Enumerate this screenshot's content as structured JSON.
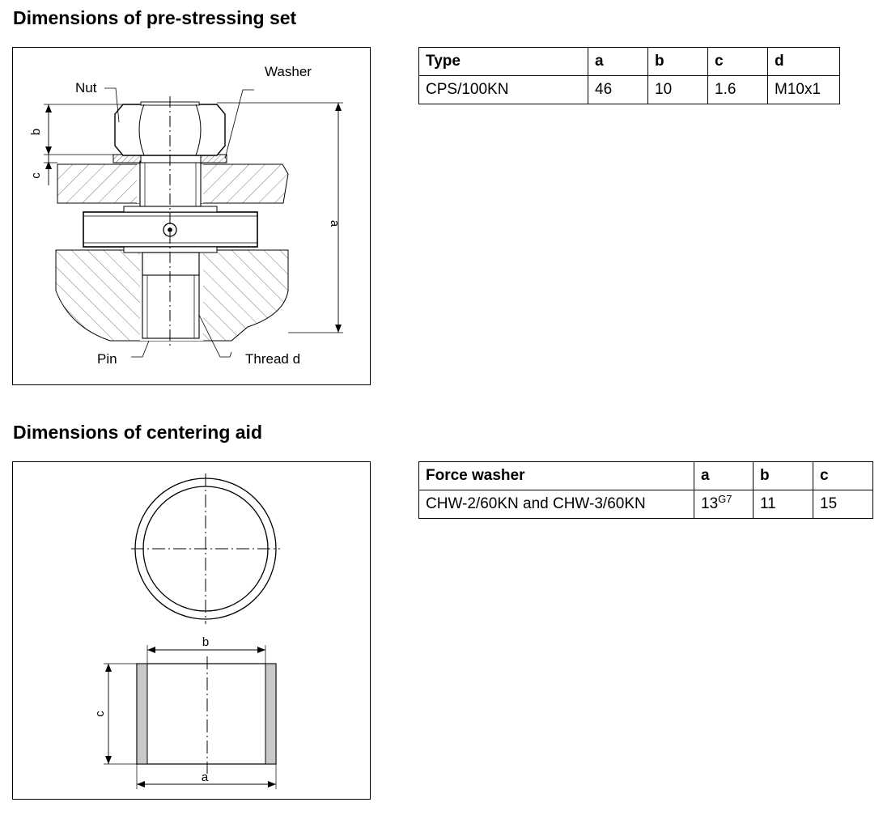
{
  "sections": {
    "prestressing": {
      "title": "Dimensions of pre-stressing set",
      "figure_labels": {
        "nut": "Nut",
        "washer": "Washer",
        "pin": "Pin",
        "thread": "Thread d",
        "dim_a": "a",
        "dim_b": "b",
        "dim_c": "c"
      },
      "table": {
        "headers": [
          "Type",
          "a",
          "b",
          "c",
          "d"
        ],
        "rows": [
          [
            "CPS/100KN",
            "46",
            "10",
            "1.6",
            "M10x1"
          ]
        ]
      }
    },
    "centering": {
      "title": "Dimensions of centering aid",
      "figure_labels": {
        "dim_a": "a",
        "dim_b": "b",
        "dim_c": "c"
      },
      "table": {
        "headers": [
          "Force washer",
          "a",
          "b",
          "c"
        ],
        "rows": [
          [
            "CHW-2/60KN and CHW-3/60KN",
            "13",
            "11",
            "15"
          ]
        ],
        "a_tolerance": "G7"
      }
    }
  }
}
